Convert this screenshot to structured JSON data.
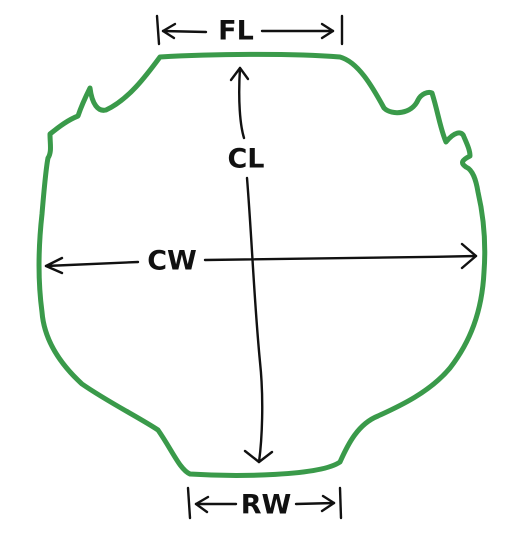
{
  "diagram": {
    "labels": {
      "frontal_length": "FL",
      "carapace_length": "CL",
      "carapace_width": "CW",
      "rear_width": "RW"
    },
    "colors": {
      "outline": "#3a9a4a",
      "ink": "#111111",
      "background": "#ffffff"
    }
  }
}
